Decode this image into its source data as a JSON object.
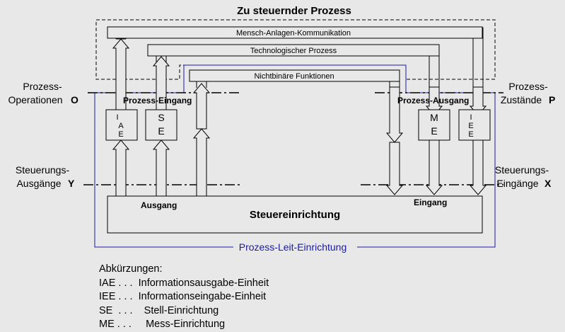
{
  "title": "Zu steuernder Prozess",
  "loops": {
    "outer": "Mensch-Anlagen-Kommunikation",
    "middle": "Technologischer Prozess",
    "inner": "Nichtbinäre Funktionen"
  },
  "left_labels": {
    "operationen_line1": "Prozess-",
    "operationen_line2": "Operationen",
    "operationen_symbol": "O",
    "ausgaenge_line1": "Steuerungs-",
    "ausgaenge_line2": "Ausgänge",
    "ausgaenge_symbol": "Y"
  },
  "right_labels": {
    "zustaende_line1": "Prozess-",
    "zustaende_line2": "Zustände",
    "zustaende_symbol": "P",
    "eingaenge_line1": "Steuerungs-",
    "eingaenge_line2": "Eingänge",
    "eingaenge_symbol": "X"
  },
  "boundary": {
    "prozess_eingang": "Prozess-Eingang",
    "prozess_ausgang": "Prozess-Ausgang"
  },
  "units": {
    "iae": [
      "I",
      "A",
      "E"
    ],
    "se": [
      "S",
      "E"
    ],
    "me": [
      "M",
      "E"
    ],
    "iee": [
      "I",
      "E",
      "E"
    ]
  },
  "controller": {
    "ausgang": "Ausgang",
    "eingang": "Eingang",
    "name": "Steuereinrichtung"
  },
  "system_label": "Prozess-Leit-Einrichtung",
  "colors": {
    "background": "#e8e8e8",
    "line": "#000000",
    "system_border": "#1a1aa6"
  },
  "abbreviations": {
    "heading": "Abkürzungen:",
    "items": [
      "IAE . . .  Informationsausgabe-Einheit",
      "IEE . . .  Informationseingabe-Einheit",
      "SE  . . .    Stell-Einrichtung",
      "ME . . .     Mess-Einrichtung"
    ]
  }
}
